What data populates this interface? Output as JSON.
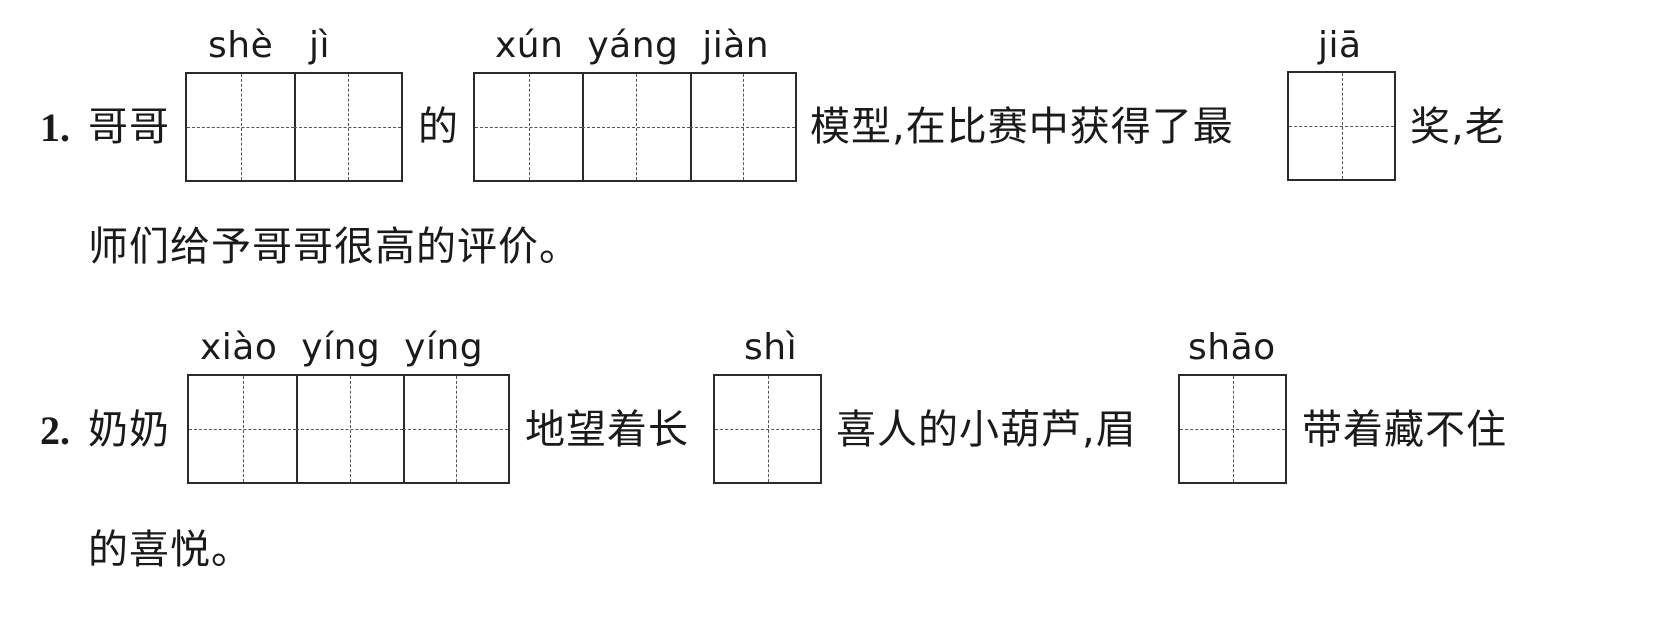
{
  "q1": {
    "number": "1.",
    "seg1": "哥哥",
    "seg2": "的",
    "seg3": "模型,在比赛中获得了最",
    "seg4": "奖,老",
    "line2": "师们给予哥哥很高的评价。",
    "pinyin1": "shè   jì",
    "pinyin2": "xún  yáng  jiàn",
    "pinyin3": "jiā"
  },
  "q2": {
    "number": "2.",
    "seg1": "奶奶",
    "seg2": "地望着长",
    "seg3": "喜人的小葫芦,眉",
    "seg4": "带着藏不住",
    "line2": "的喜悦。",
    "pinyin1": "xiào  yíng  yíng",
    "pinyin2": "shì",
    "pinyin3": "shāo"
  }
}
